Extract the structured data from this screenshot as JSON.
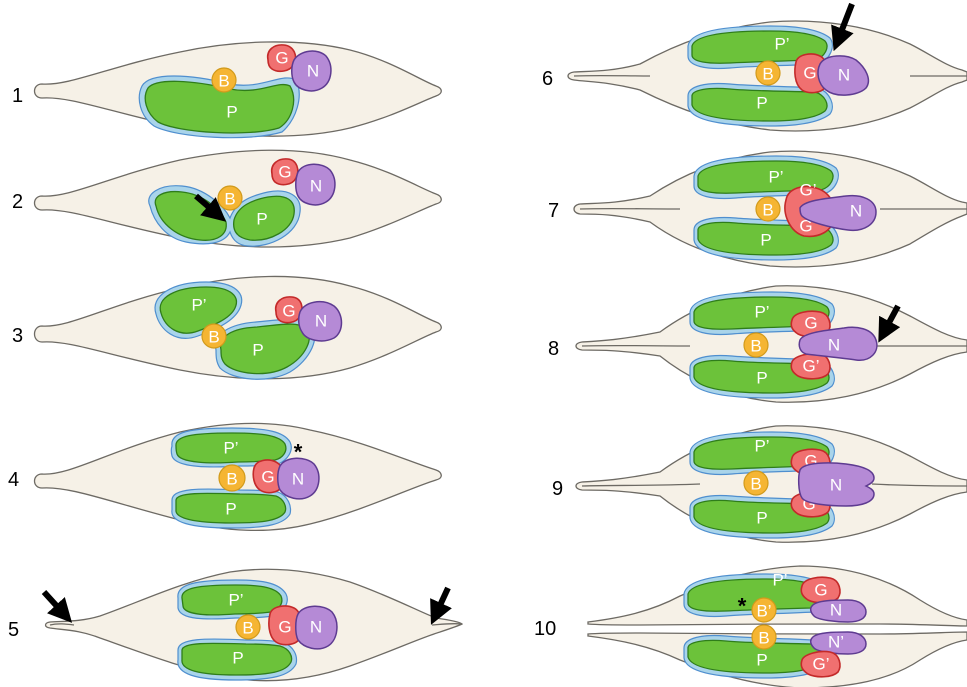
{
  "stages": [
    {
      "number": "1",
      "labels": {
        "p": "P",
        "b": "B",
        "g": "G",
        "n": "N"
      }
    },
    {
      "number": "2",
      "labels": {
        "p": "P",
        "b": "B",
        "g": "G",
        "n": "N"
      }
    },
    {
      "number": "3",
      "labels": {
        "p1": "P’",
        "p": "P",
        "b": "B",
        "g": "G",
        "n": "N"
      }
    },
    {
      "number": "4",
      "labels": {
        "p1": "P’",
        "p": "P",
        "b": "B",
        "g": "G",
        "n": "N"
      },
      "asterisk": "*"
    },
    {
      "number": "5",
      "labels": {
        "p1": "P’",
        "p": "P",
        "b": "B",
        "g": "G",
        "n": "N"
      }
    },
    {
      "number": "6",
      "labels": {
        "p1": "P’",
        "p": "P",
        "b": "B",
        "g": "G",
        "n": "N"
      }
    },
    {
      "number": "7",
      "labels": {
        "p1": "P’",
        "p": "P",
        "b": "B",
        "g1": "G’",
        "g": "G",
        "n": "N"
      }
    },
    {
      "number": "8",
      "labels": {
        "p1": "P’",
        "p": "P",
        "b": "B",
        "g": "G",
        "g1": "G’",
        "n": "N"
      }
    },
    {
      "number": "9",
      "labels": {
        "p1": "P’",
        "p": "P",
        "b": "B",
        "g": "G",
        "g1": "G’",
        "n": "N"
      }
    },
    {
      "number": "10",
      "labels": {
        "p1": "P’",
        "p": "P",
        "b1": "B’",
        "b": "B",
        "g": "G",
        "g1": "G’",
        "n": "N",
        "n1": "N’"
      },
      "asterisk": "*"
    }
  ],
  "colors": {
    "cell": "#f6f1e7",
    "plastid": "#6cc23a",
    "plastid_membrane": "#a9d4ea",
    "golgi": "#f07070",
    "nucleus": "#b58ad6",
    "basal_body": "#f5b533"
  },
  "icons": [
    "arrow-icon"
  ]
}
